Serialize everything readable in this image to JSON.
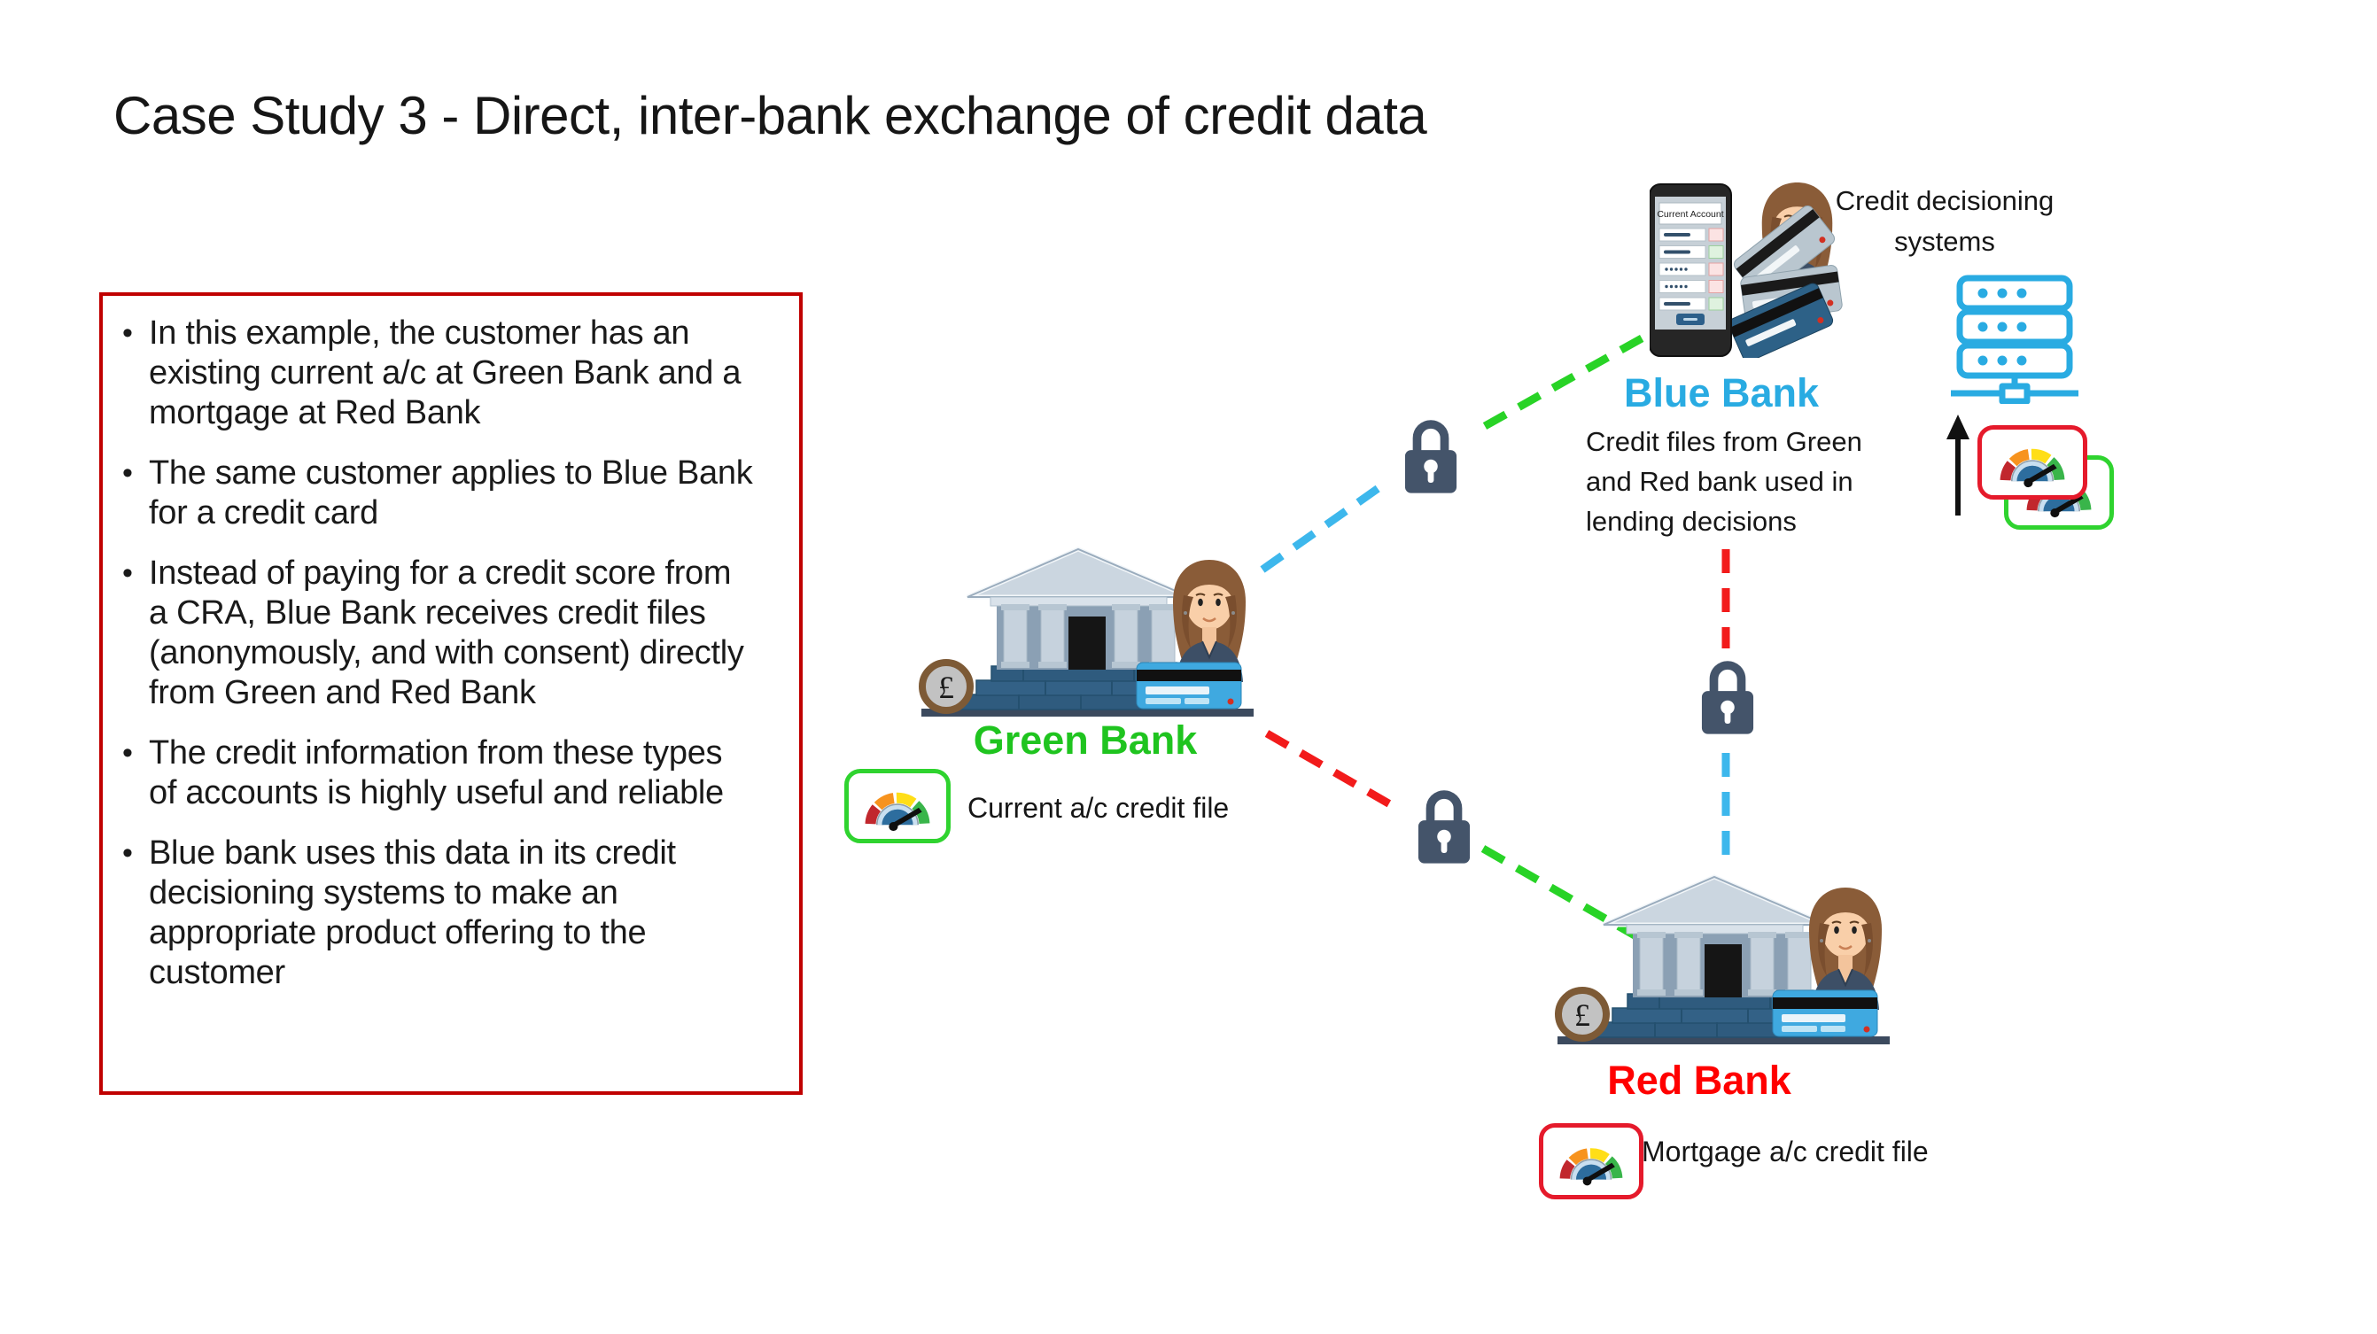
{
  "title": "Case Study 3 - Direct, inter-bank exchange of credit data",
  "bullets": [
    "In this example, the customer has an existing current a/c at Green Bank and a mortgage at Red Bank",
    "The same customer applies to Blue Bank for a credit card",
    "Instead of paying for a credit score from a CRA, Blue Bank receives credit files (anonymously, and with consent) directly from Green and Red Bank",
    "The credit information from these types of accounts is highly useful and reliable",
    "Blue bank uses this data in its credit decisioning systems to make an appropriate product offering to the customer"
  ],
  "green_bank": {
    "name": "Green Bank",
    "file_label": "Current a/c credit file"
  },
  "blue_bank": {
    "name": "Blue Bank",
    "description_lines": [
      "Credit files from Green",
      "and Red bank used in",
      "lending decisions"
    ]
  },
  "red_bank": {
    "name": "Red Bank",
    "file_label": "Mortgage a/c credit file"
  },
  "decisioning": {
    "lines": [
      "Credit decisioning",
      "systems"
    ]
  },
  "phone": {
    "header": "Current Account"
  },
  "coin": {
    "symbol": "£"
  },
  "icons": [
    "bank-building-icon",
    "customer-avatar",
    "credit-card-icon",
    "pound-coin-icon",
    "smartphone-icon",
    "server-icon",
    "padlock-icon",
    "credit-score-gauge-icon",
    "up-arrow-icon"
  ],
  "colors": {
    "green_text": "#1FC41F",
    "blue_text": "#29ABE2",
    "red_text": "#FF0000",
    "box_border": "#C00000",
    "dash_green": "#28D326",
    "dash_cyan": "#3DB7EC",
    "dash_red": "#F21B1B",
    "padlock": "#44546A",
    "server": "#29ABE2",
    "gauge_border_green": "#2FD32F",
    "gauge_border_red": "#E51A2B",
    "gauge_red": "#C1272D",
    "gauge_orange": "#F7931E",
    "gauge_yellow": "#FFDE17",
    "gauge_green": "#39B54A"
  }
}
